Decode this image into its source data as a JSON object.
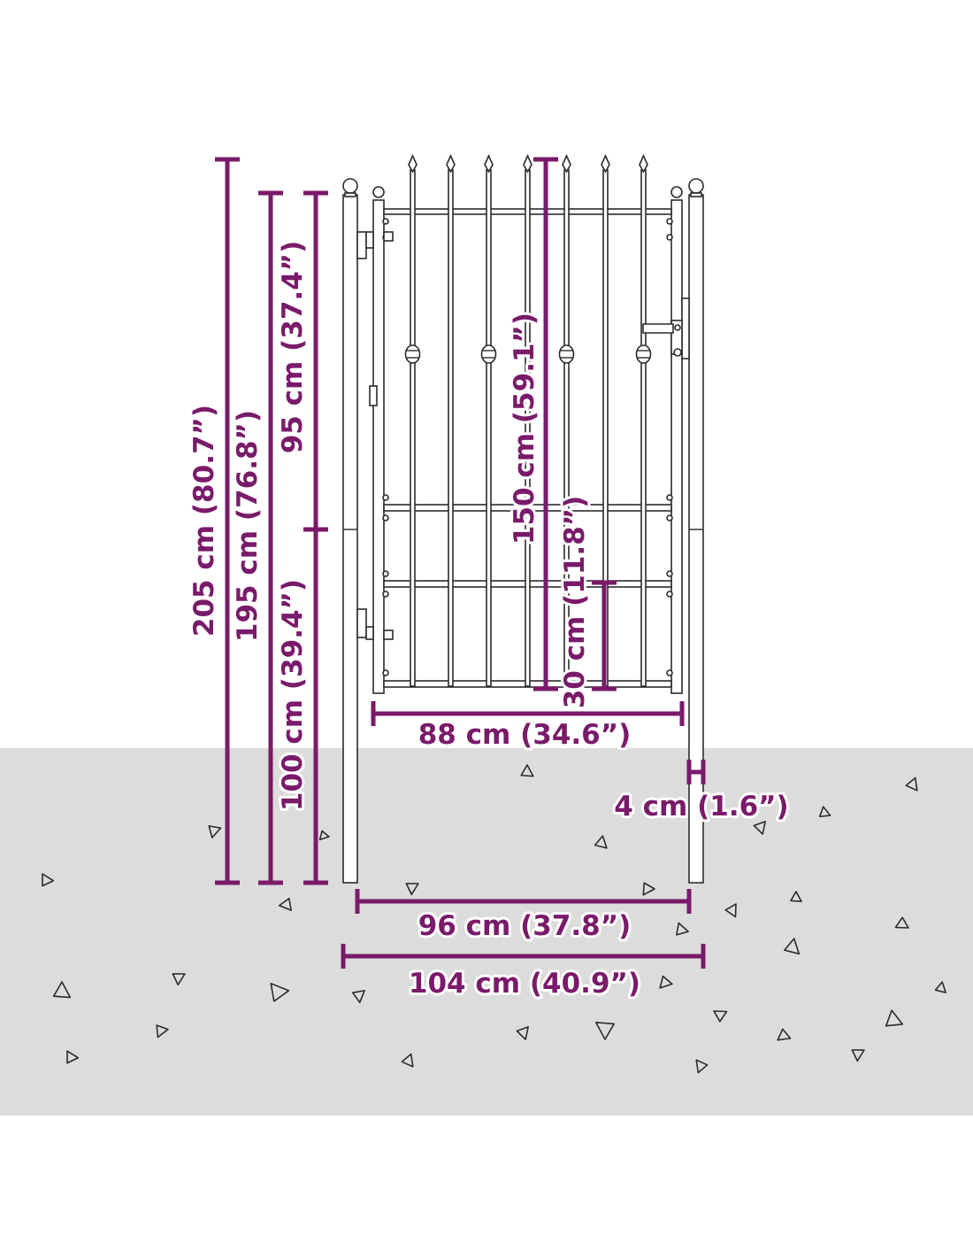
{
  "colors": {
    "dimension": "#7a1a6a",
    "ground": "#dcdcdc",
    "outline": "#2b2b2b",
    "background": "#ffffff"
  },
  "dimensions": {
    "total_height": "205 cm (80.7”)",
    "gate_post_height": "195 cm (76.8”)",
    "upper_section": "95 cm (37.4”)",
    "lower_section": "100 cm (39.4”)",
    "gate_height": "150 cm (59.1”)",
    "ground_clearance": "30 cm (11.8”)",
    "gate_width": "88 cm (34.6”)",
    "post_width": "4 cm (1.6”)",
    "opening_width": "96 cm (37.8”)",
    "total_width": "104 cm (40.9”)"
  },
  "illustration": {
    "subject": "single-leaf-metal-garden-gate",
    "spear_count": 7,
    "ornament_count": 4
  }
}
